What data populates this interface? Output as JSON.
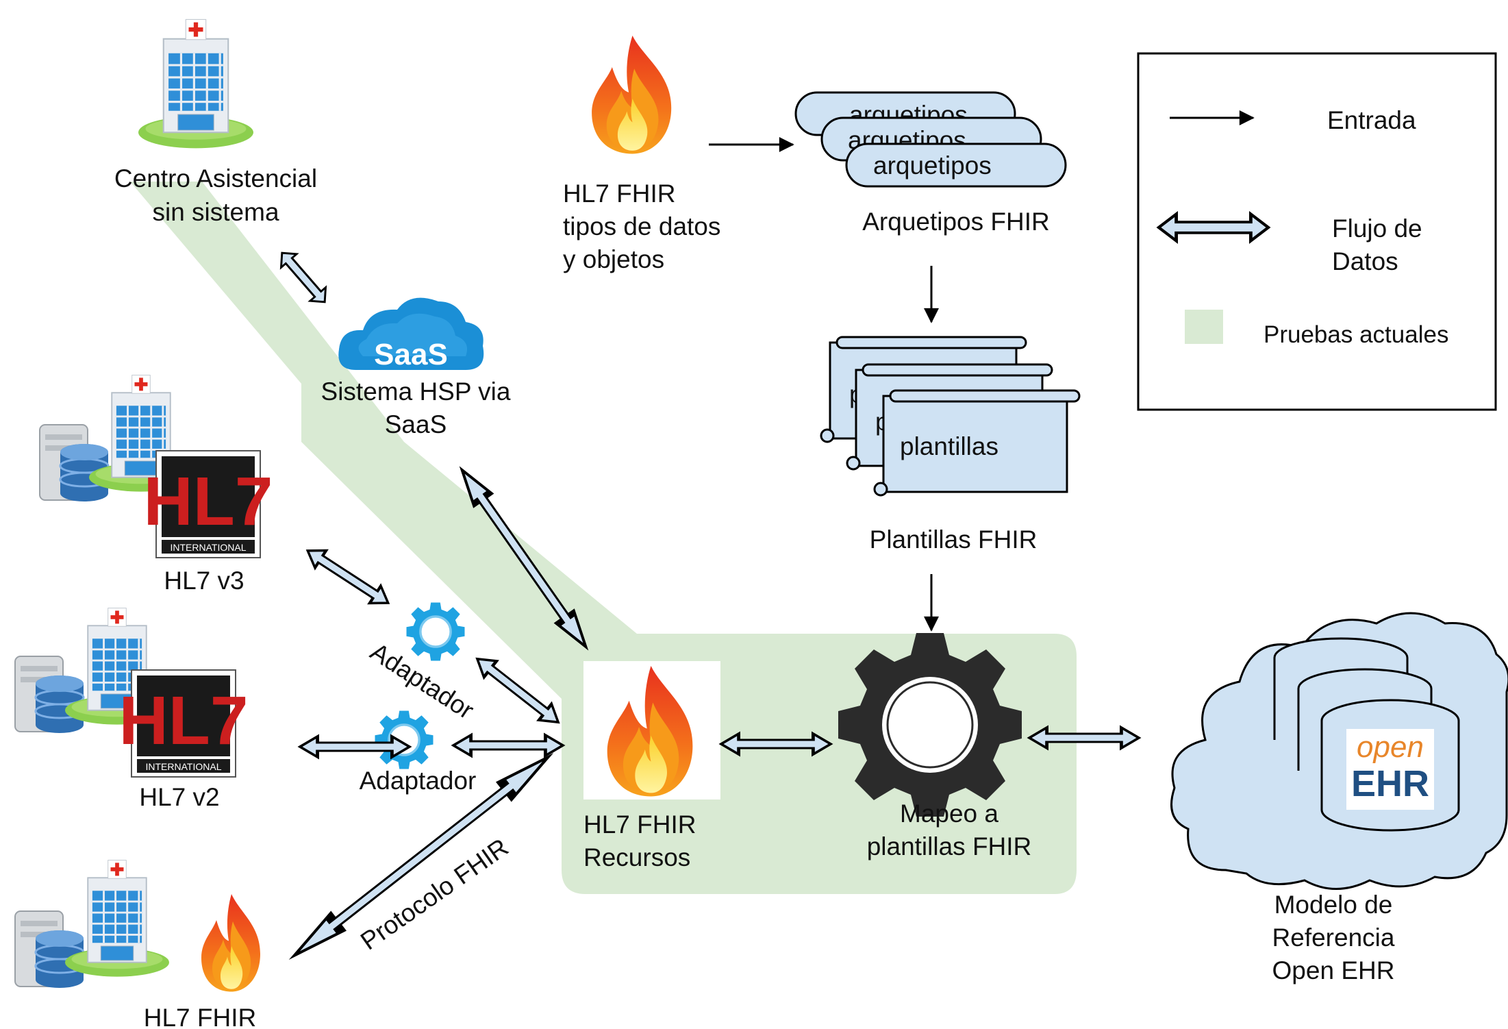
{
  "colors": {
    "green_area": "#d9ead3",
    "light_blue": "#cfe2f3",
    "cloud_blue": "#cfe2f3",
    "gear_blue": "#1fa3e2",
    "gear_dark": "#2b2b2b",
    "hl7_red": "#cc1f1f"
  },
  "nodes": {
    "centro": {
      "line1": "Centro Asistencial",
      "line2": "sin sistema"
    },
    "saas": {
      "badge": "SaaS",
      "line1": "Sistema HSP via",
      "line2": "SaaS"
    },
    "hl7v3": {
      "label": "HL7 v3"
    },
    "hl7v2": {
      "label": "HL7 v2"
    },
    "hl7fhir_client": {
      "label": "HL7 FHIR"
    },
    "adaptador1": {
      "label": "Adaptador"
    },
    "adaptador2": {
      "label": "Adaptador"
    },
    "protocolo": {
      "label": "Protocolo FHIR"
    },
    "fhir_types": {
      "line1": "HL7 FHIR",
      "line2": "tipos de datos",
      "line3": "y objetos"
    },
    "arquetipos": {
      "item": "arquetipos",
      "caption": "Arquetipos FHIR"
    },
    "plantillas": {
      "item": "plantillas",
      "caption": "Plantillas FHIR"
    },
    "recursos": {
      "line1": "HL7 FHIR",
      "line2": "Recursos"
    },
    "mapeo": {
      "line1": "Mapeo a",
      "line2": "plantillas FHIR"
    },
    "openehr": {
      "logo_top": "open",
      "logo_bottom": "EHR",
      "line1": "Modelo de",
      "line2": "Referencia",
      "line3": "Open EHR"
    },
    "hl7_logo": {
      "top": "HL7",
      "bottom": "INTERNATIONAL"
    }
  },
  "legend": {
    "entrada": "Entrada",
    "flujo_line1": "Flujo de",
    "flujo_line2": "Datos",
    "pruebas": "Pruebas actuales"
  }
}
